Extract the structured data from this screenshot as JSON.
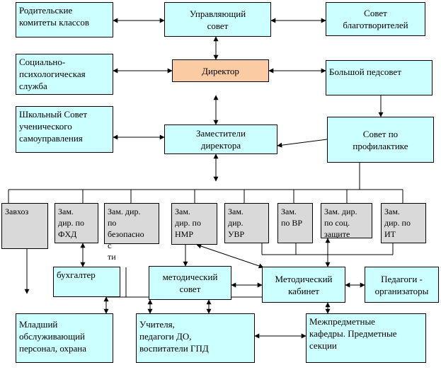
{
  "colors": {
    "main_box": "#ccffff",
    "director_box": "#fbcba4",
    "deputy_box": "#d9d9d9",
    "lines": "#000000"
  },
  "boxes": {
    "parents": "Родительские\nкомитеты классов",
    "council": "Управляющий\nсовет",
    "charity": "Совет\nблаготворителей",
    "social": "Социально-\nпсихологическая\nслужба",
    "director": "Директор",
    "pedsovet": "Большой педсовет",
    "student": "Школьный Совет\nученического\nсамоуправления",
    "deputies": "Заместители\nдиректора",
    "prevention": "Совет по\nпрофилактике",
    "zavhoz": "Завхоз",
    "fhd": "Зам.\nдир. по\nФХД",
    "safety": "Зам. дир.\nпо\nбезопасно\nс\nти",
    "nmr": "Зам.\nдир. по\nНМР",
    "uvr": "Зам.\nдир.\nУВР",
    "vr": "Зам.\nпо ВР",
    "social_protect": "Зам. дир.\nпо соц.\nзащите",
    "it": "Зам.\nдир. по\nИТ",
    "accountant": "бухгалтер",
    "method_council": "методический\nсовет",
    "method_office": "Методический\nкабинет",
    "organizers": "Педагоги -\nорганизаторы",
    "staff": "Младший\nобслуживающий\nперсонал, охрана",
    "teachers": "Учителя,\nпедагоги ДО,\nвоспитатели ГПД",
    "departments": "Межпредметные\nкафедры. Предметные\nсекции"
  }
}
